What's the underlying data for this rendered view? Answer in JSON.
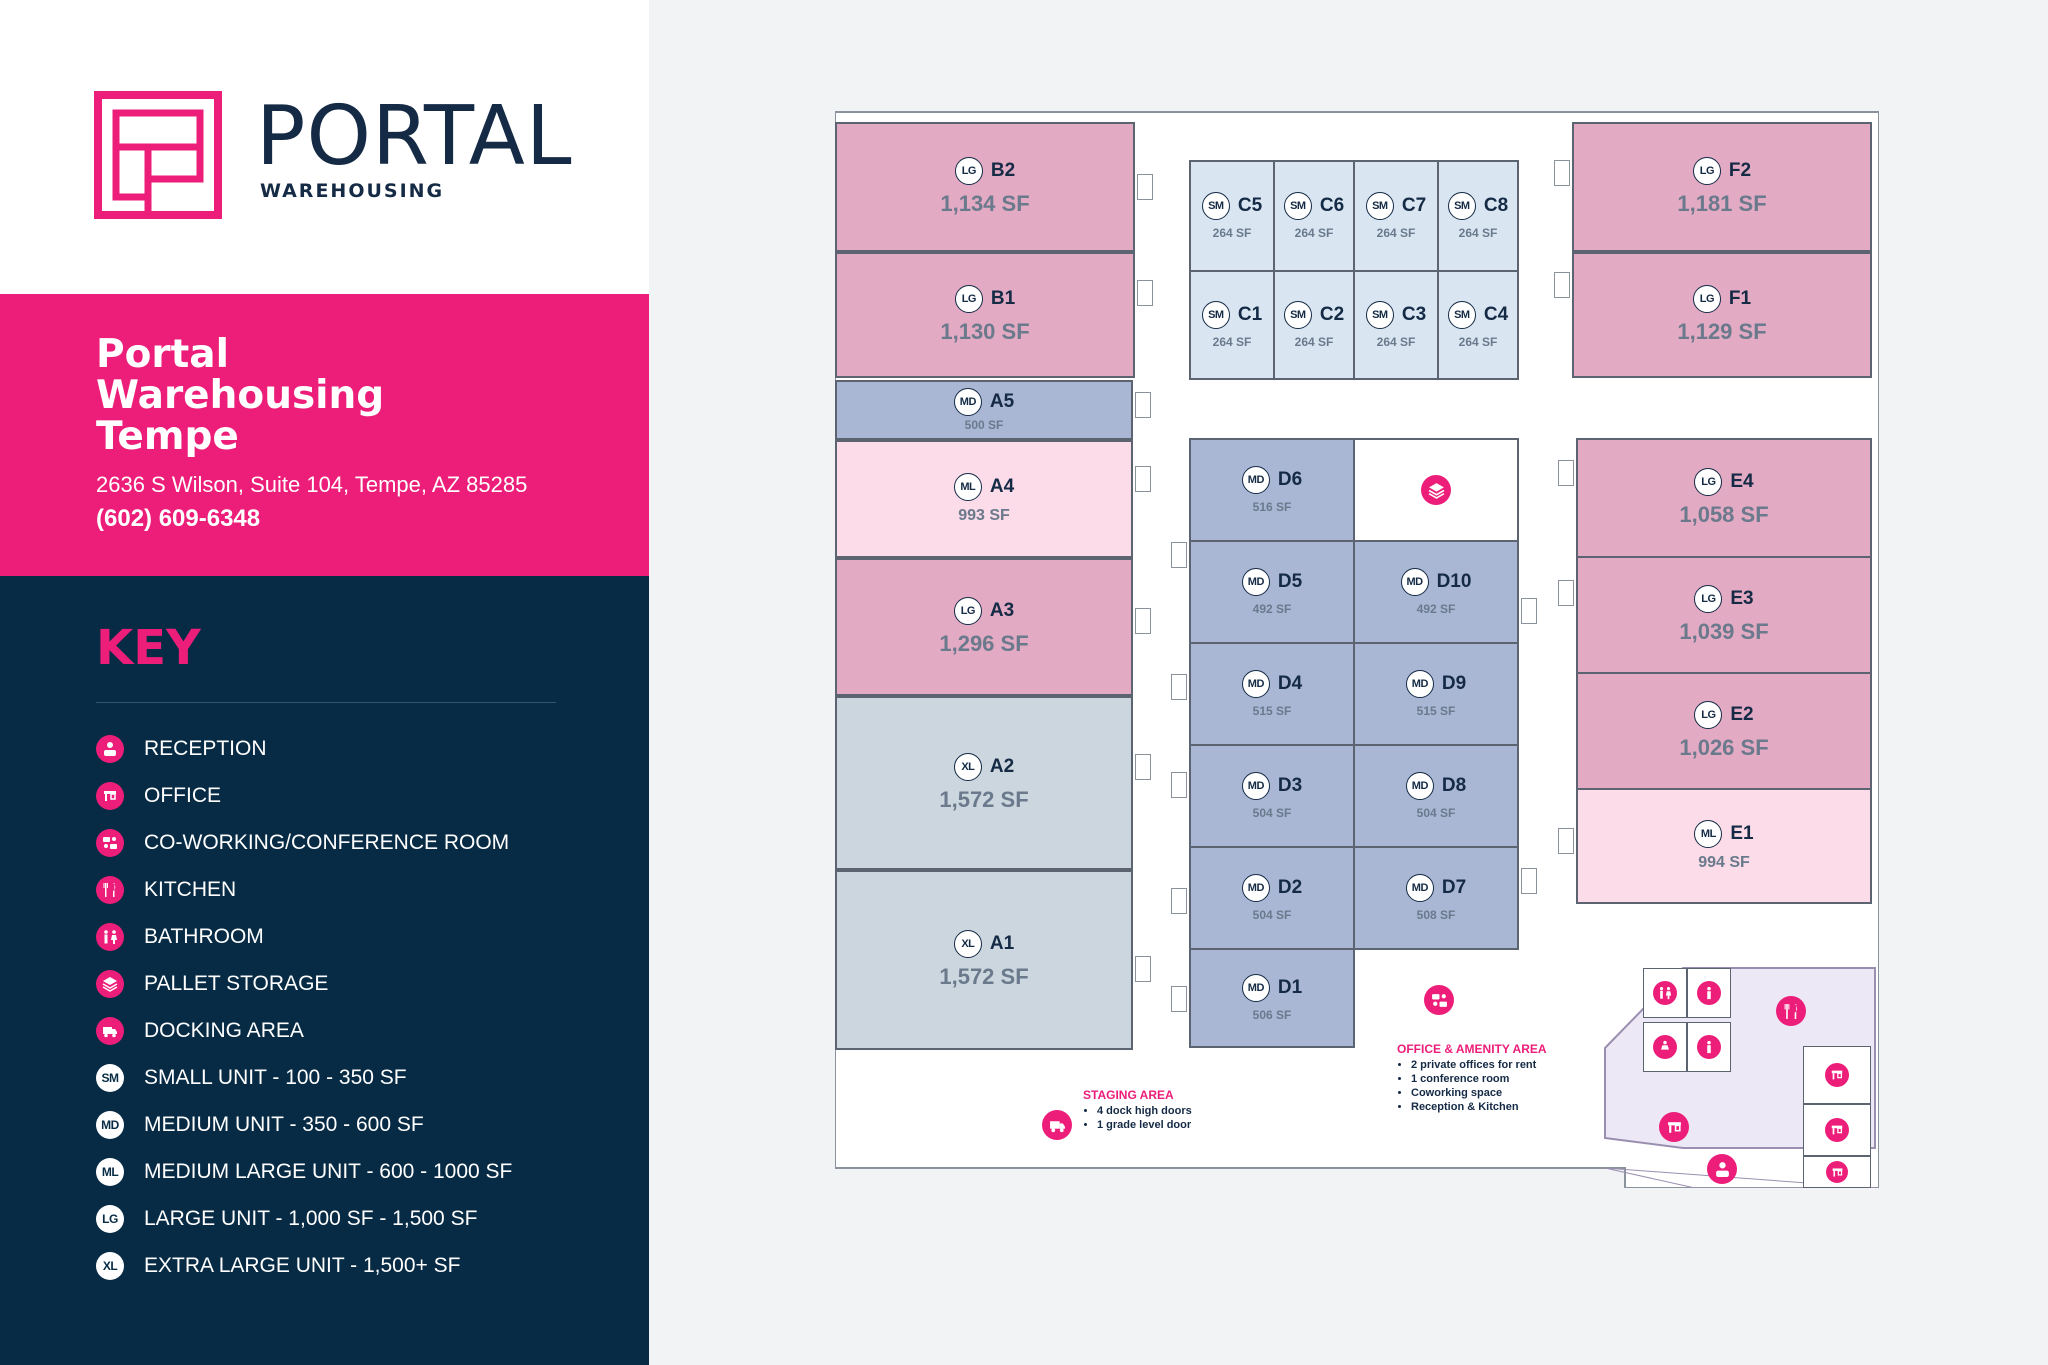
{
  "brand": {
    "name": "PORTAL",
    "sub": "WAREHOUSING",
    "color": "#ec1e79",
    "navy": "#142a45"
  },
  "location": {
    "title": "Portal Warehousing Tempe",
    "address": "2636 S Wilson, Suite 104, Tempe, AZ 85285",
    "phone": "(602) 609-6348"
  },
  "key": {
    "title": "KEY",
    "items": [
      {
        "icon": "reception-icon",
        "label": "RECEPTION"
      },
      {
        "icon": "office-icon",
        "label": "OFFICE"
      },
      {
        "icon": "coworking-icon",
        "label": "CO-WORKING/CONFERENCE ROOM"
      },
      {
        "icon": "kitchen-icon",
        "label": "KITCHEN"
      },
      {
        "icon": "bathroom-icon",
        "label": "BATHROOM"
      },
      {
        "icon": "pallet-storage-icon",
        "label": "PALLET STORAGE"
      },
      {
        "icon": "docking-icon",
        "label": "DOCKING AREA"
      },
      {
        "badge": "SM",
        "label": "SMALL UNIT - 100 - 350 SF"
      },
      {
        "badge": "MD",
        "label": "MEDIUM UNIT - 350 - 600 SF"
      },
      {
        "badge": "ML",
        "label": "MEDIUM LARGE UNIT - 600 - 1000 SF"
      },
      {
        "badge": "LG",
        "label": "LARGE UNIT - 1,000 SF - 1,500 SF"
      },
      {
        "badge": "XL",
        "label": "EXTRA LARGE UNIT - 1,500+ SF"
      }
    ]
  },
  "units": {
    "B2": {
      "size": "LG",
      "id": "B2",
      "sf": "1,134 SF"
    },
    "B1": {
      "size": "LG",
      "id": "B1",
      "sf": "1,130 SF"
    },
    "A5": {
      "size": "MD",
      "id": "A5",
      "sf": "500 SF"
    },
    "A4": {
      "size": "ML",
      "id": "A4",
      "sf": "993 SF"
    },
    "A3": {
      "size": "LG",
      "id": "A3",
      "sf": "1,296 SF"
    },
    "A2": {
      "size": "XL",
      "id": "A2",
      "sf": "1,572 SF"
    },
    "A1": {
      "size": "XL",
      "id": "A1",
      "sf": "1,572 SF"
    },
    "C5": {
      "size": "SM",
      "id": "C5",
      "sf": "264 SF"
    },
    "C6": {
      "size": "SM",
      "id": "C6",
      "sf": "264 SF"
    },
    "C7": {
      "size": "SM",
      "id": "C7",
      "sf": "264 SF"
    },
    "C8": {
      "size": "SM",
      "id": "C8",
      "sf": "264 SF"
    },
    "C1": {
      "size": "SM",
      "id": "C1",
      "sf": "264 SF"
    },
    "C2": {
      "size": "SM",
      "id": "C2",
      "sf": "264 SF"
    },
    "C3": {
      "size": "SM",
      "id": "C3",
      "sf": "264 SF"
    },
    "C4": {
      "size": "SM",
      "id": "C4",
      "sf": "264 SF"
    },
    "D6": {
      "size": "MD",
      "id": "D6",
      "sf": "516 SF"
    },
    "D5": {
      "size": "MD",
      "id": "D5",
      "sf": "492 SF"
    },
    "D10": {
      "size": "MD",
      "id": "D10",
      "sf": "492 SF"
    },
    "D4": {
      "size": "MD",
      "id": "D4",
      "sf": "515 SF"
    },
    "D9": {
      "size": "MD",
      "id": "D9",
      "sf": "515 SF"
    },
    "D3": {
      "size": "MD",
      "id": "D3",
      "sf": "504 SF"
    },
    "D8": {
      "size": "MD",
      "id": "D8",
      "sf": "504 SF"
    },
    "D2": {
      "size": "MD",
      "id": "D2",
      "sf": "504 SF"
    },
    "D7": {
      "size": "MD",
      "id": "D7",
      "sf": "508 SF"
    },
    "D1": {
      "size": "MD",
      "id": "D1",
      "sf": "506 SF"
    },
    "F2": {
      "size": "LG",
      "id": "F2",
      "sf": "1,181 SF"
    },
    "F1": {
      "size": "LG",
      "id": "F1",
      "sf": "1,129 SF"
    },
    "E4": {
      "size": "LG",
      "id": "E4",
      "sf": "1,058 SF"
    },
    "E3": {
      "size": "LG",
      "id": "E3",
      "sf": "1,039 SF"
    },
    "E2": {
      "size": "LG",
      "id": "E2",
      "sf": "1,026 SF"
    },
    "E1": {
      "size": "ML",
      "id": "E1",
      "sf": "994 SF"
    }
  },
  "staging": {
    "title": "STAGING AREA",
    "items": [
      "4 dock high doors",
      "1 grade level door"
    ]
  },
  "amenity": {
    "title": "OFFICE & AMENITY AREA",
    "items": [
      "2 private offices for rent",
      "1 conference room",
      "Coworking space",
      "Reception & Kitchen"
    ]
  }
}
